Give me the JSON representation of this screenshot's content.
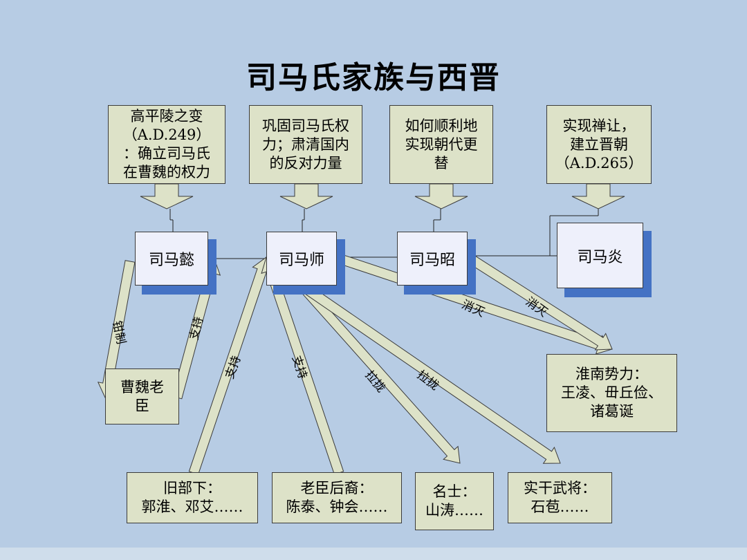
{
  "title": "司马氏家族与西晋",
  "events": [
    {
      "id": "gaopingling",
      "lines": [
        "高平陵之变",
        "（A.D.249）",
        "：确立司马氏",
        "在曹魏的权力"
      ]
    },
    {
      "id": "gonggu",
      "lines": [
        "巩固司马氏权",
        "力；肃清国内",
        "的反对力量"
      ]
    },
    {
      "id": "shunli",
      "lines": [
        "如何顺利地",
        "实现朝代更",
        "替"
      ]
    },
    {
      "id": "shanrang",
      "lines": [
        "实现禅让，",
        "建立晋朝",
        "（A.D.265）"
      ]
    }
  ],
  "people": [
    {
      "id": "simayi",
      "label": "司马懿"
    },
    {
      "id": "simashi",
      "label": "司马师"
    },
    {
      "id": "simazhao",
      "label": "司马昭"
    },
    {
      "id": "simayan",
      "label": "司马炎"
    }
  ],
  "groups": [
    {
      "id": "caowei",
      "lines": [
        "曹魏老",
        "臣"
      ]
    },
    {
      "id": "huainan",
      "lines": [
        "淮南势力：",
        "王凌、毌丘俭、",
        "诸葛诞"
      ]
    },
    {
      "id": "jiubuxia",
      "lines": [
        "旧部下：",
        "郭淮、邓艾……"
      ]
    },
    {
      "id": "laochen",
      "lines": [
        "老臣后裔：",
        "陈泰、钟会……"
      ]
    },
    {
      "id": "mingshi",
      "lines": [
        "名士：",
        "山涛……"
      ]
    },
    {
      "id": "shigan",
      "lines": [
        "实干武将：",
        "石苞……"
      ]
    }
  ],
  "arrow_labels": {
    "yazhi": "钳制",
    "zhichi": "支持",
    "xiaomie": "消灭",
    "lalong": "拉拢"
  }
}
